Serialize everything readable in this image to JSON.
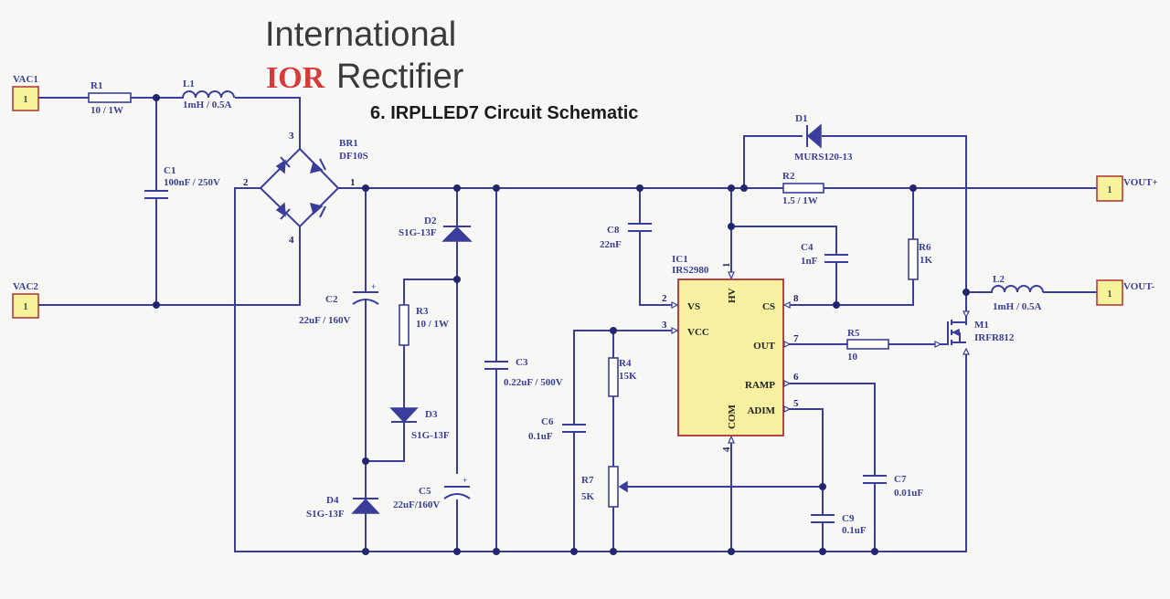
{
  "logo": {
    "line1": "International",
    "brand_mark": "IOR",
    "line2": "Rectifier",
    "brand_color": "#d63a3a"
  },
  "title": "6. IRPLLED7 Circuit Schematic",
  "colors": {
    "wire": "#3a3e9a",
    "junction": "#23266e",
    "port_fill": "#f7f39a",
    "port_border": "#b03030",
    "ic_fill": "#f6f0a0"
  },
  "ports": {
    "vac1": {
      "name": "VAC1",
      "pin": "1"
    },
    "vac2": {
      "name": "VAC2",
      "pin": "1"
    },
    "vout_plus": {
      "name": "VOUT+",
      "pin": "1"
    },
    "vout_minus": {
      "name": "VOUT-",
      "pin": "1"
    }
  },
  "components": {
    "r1": {
      "ref": "R1",
      "value": "10 / 1W"
    },
    "l1": {
      "ref": "L1",
      "value": "1mH / 0.5A"
    },
    "c1": {
      "ref": "C1",
      "value": "100nF / 250V"
    },
    "br1": {
      "ref": "BR1",
      "value": "DF10S",
      "pins": [
        "1",
        "2",
        "3",
        "4"
      ]
    },
    "c2": {
      "ref": "C2",
      "value": "22uF / 160V",
      "polarity": "+"
    },
    "d2": {
      "ref": "D2",
      "value": "S1G-13F"
    },
    "r3": {
      "ref": "R3",
      "value": "10 / 1W"
    },
    "d3": {
      "ref": "D3",
      "value": "S1G-13F"
    },
    "d4": {
      "ref": "D4",
      "value": "S1G-13F"
    },
    "c5": {
      "ref": "C5",
      "value": "22uF/160V",
      "polarity": "+"
    },
    "c3": {
      "ref": "C3",
      "value": "0.22uF / 500V"
    },
    "c8": {
      "ref": "C8",
      "value": "22nF"
    },
    "c6": {
      "ref": "C6",
      "value": "0.1uF"
    },
    "r4": {
      "ref": "R4",
      "value": "15K"
    },
    "r7": {
      "ref": "R7",
      "value": "5K"
    },
    "d1": {
      "ref": "D1",
      "value": "MURS120-13"
    },
    "r2": {
      "ref": "R2",
      "value": "1.5 / 1W"
    },
    "c4": {
      "ref": "C4",
      "value": "1nF"
    },
    "r6": {
      "ref": "R6",
      "value": "1K"
    },
    "r5": {
      "ref": "R5",
      "value": "10"
    },
    "l2": {
      "ref": "L2",
      "value": "1mH / 0.5A"
    },
    "m1": {
      "ref": "M1",
      "value": "IRFR812"
    },
    "c7": {
      "ref": "C7",
      "value": "0.01uF"
    },
    "c9": {
      "ref": "C9",
      "value": "0.1uF"
    }
  },
  "ic1": {
    "ref": "IC1",
    "part": "IRS2980",
    "pins": {
      "vs": {
        "name": "VS",
        "num": "2"
      },
      "vcc": {
        "name": "VCC",
        "num": "3"
      },
      "hv": {
        "name": "HV",
        "num": "1"
      },
      "com": {
        "name": "COM",
        "num": "4"
      },
      "cs": {
        "name": "CS",
        "num": "8"
      },
      "out": {
        "name": "OUT",
        "num": "7"
      },
      "ramp": {
        "name": "RAMP",
        "num": "6"
      },
      "adim": {
        "name": "ADIM",
        "num": "5"
      }
    }
  }
}
